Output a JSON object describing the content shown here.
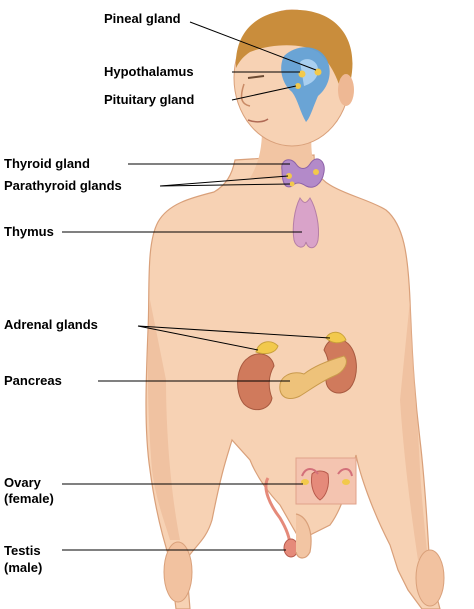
{
  "labels": {
    "pineal": "Pineal gland",
    "hypothalamus": "Hypothalamus",
    "pituitary": "Pituitary gland",
    "thyroid": "Thyroid gland",
    "parathyroid": "Parathyroid glands",
    "thymus": "Thymus",
    "adrenal": "Adrenal glands",
    "pancreas": "Pancreas",
    "ovary_1": "Ovary",
    "ovary_2": "(female)",
    "testis_1": "Testis",
    "testis_2": "(male)"
  },
  "colors": {
    "skin": "#f7d2b4",
    "skin_shadow": "#e8b08a",
    "hair": "#c98d3c",
    "brain": "#5d9fd8",
    "thyroid": "#b38ac9",
    "thymus": "#d9a3c9",
    "gland_yellow": "#f2c94c",
    "kidney": "#d07a5c",
    "pancreas": "#eec27a",
    "inset_bg": "#f4c4b0"
  }
}
